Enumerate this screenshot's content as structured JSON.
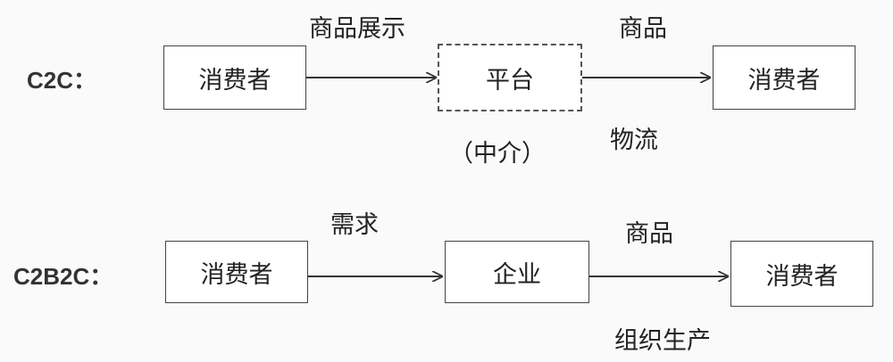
{
  "c2c": {
    "row_label": "C2C：",
    "box_consumer_left": "消费者",
    "box_platform": "平台",
    "box_consumer_right": "消费者",
    "label_display": "商品展示",
    "label_goods": "商品",
    "label_intermediary": "（中介）",
    "label_logistics": "物流"
  },
  "c2b2c": {
    "row_label": "C2B2C：",
    "box_consumer_left": "消费者",
    "box_enterprise": "企业",
    "box_consumer_right": "消费者",
    "label_demand": "需求",
    "label_goods": "商品",
    "label_production": "组织生产"
  }
}
